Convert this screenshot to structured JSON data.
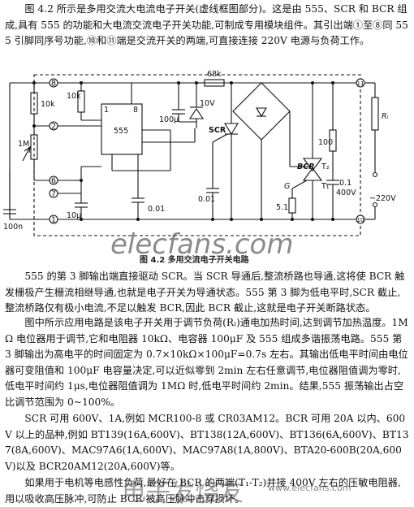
{
  "intro": "图 4.2 所示是多用交流大电流电子开关(虚线框图部分)。这是由 555、SCR 和 BCR 组成,具有 555 的功能和大电流交流电子开关功能,可制成专用模块组件。其引出端①至⑧同 555 引脚同序号功能,⑩和⑪端是交流开关的两端,可直接连接 220V 电源与负荷工作。",
  "figure": {
    "caption": "图 4.2  多用交流电子开关电路",
    "pins": [
      "8",
      "2",
      "6",
      "7",
      "1",
      "11",
      "10"
    ],
    "labels": {
      "r10k_a": "10k",
      "r10k_b": "10k",
      "r68k": "68k",
      "pot": "1M",
      "c100n": "100n",
      "c100u": "100μ",
      "c10u": "10μ",
      "c001a": "0.01",
      "c001b": "0.01",
      "zener": "10V",
      "ic": "555",
      "ic_pin1": "1",
      "ic_pin8": "8",
      "scr": "SCR",
      "bcr": "BCR",
      "g": "G",
      "t1": "T₁",
      "t2": "T₂",
      "r100": "100",
      "c01": "0.1",
      "v400": "400V",
      "r51": "5.1",
      "rl": "Rₗ",
      "ac": "~220V"
    }
  },
  "body": [
    "555 的第 3 脚输出端直接驱动 SCR。当 SCR 导通后,整流桥路也导通,这将使 BCR 触发栅极产生栅流相继导通,也就是电子开关为导通状态。555 第 3 脚为低电平时,SCR 截止,整流桥路仅有极小电流,不足以触发 BCR,因此 BCR 截止,这就是电子开关断路状态。",
    "图中所示应用电路是该电子开关用于调节负荷(Rₗ)通电加热时间,达到调节加热温度。1MΩ 电位器用于调节,它和电阻器 10kΩ、电容器 100μF 及 555 组成多谐振荡电路。555 第 3 脚输出为高电平的时间固定为 0.7×10kΩ×100μF=0.7s 左右。其输出低电平时间由电位器可变阻值和 100μF 电容量决定,可以近似零到 2min 左右任意调节,电位器阻值调为零时,低电平时间约 1μs,电位器阻值调为 1MΩ 时,低电平时间约 2min。结果,555 振荡输出占空比调节范围为 0~100%。",
    "SCR 可用 600V、1A,例如 MCR100-8 或 CR03AM12。BCR 可用 20A 以内、600V 以上的品种,例如 BT139(16A,600V)、BT138(12A,600V)、BT136(6A,600V)、BT137(8A,600V)、MAC97A6(1A,600V)、MAC97A8(1A,800V)、BTA20-600B(20A,600V)以及 BCR20AM12(20A,600V)等。",
    "如果用于电机等电感性负荷,最好在 BCR 的两端(T₁-T₂)并接 400V 左右的压敏电阻器,用以吸收高压脉冲,可防止 BCR 被高压脉冲击穿损坏。"
  ],
  "watermarks": [
    "elecfans.com",
    "电子发烧友",
    "www.elecfans.com"
  ]
}
